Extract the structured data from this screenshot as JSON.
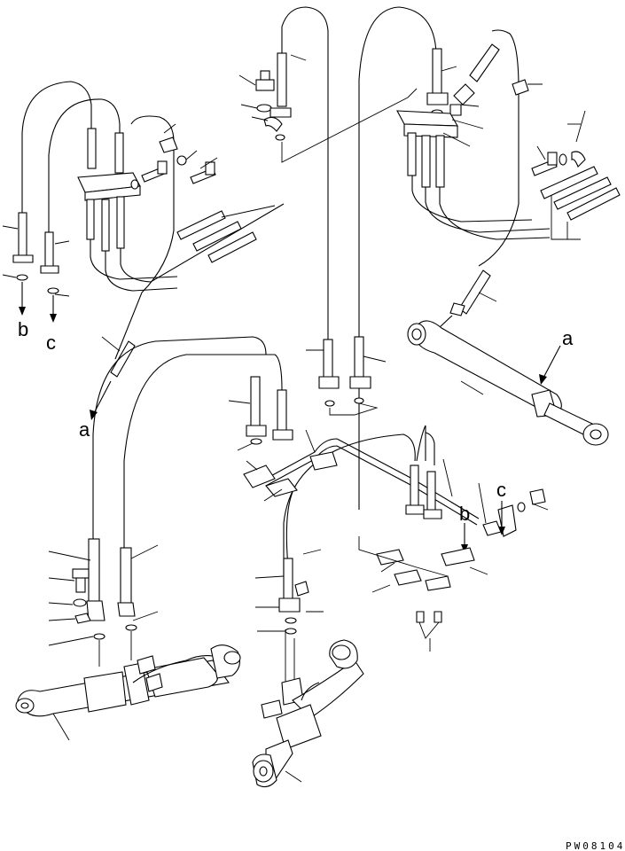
{
  "drawing": {
    "code": "PW08104",
    "connection_labels": {
      "b_left": "b",
      "c_left": "c",
      "a_left": "a",
      "a_right": "a",
      "b_right": "b",
      "c_right": "c"
    }
  },
  "colors": {
    "line": "#000000",
    "background": "#ffffff"
  }
}
